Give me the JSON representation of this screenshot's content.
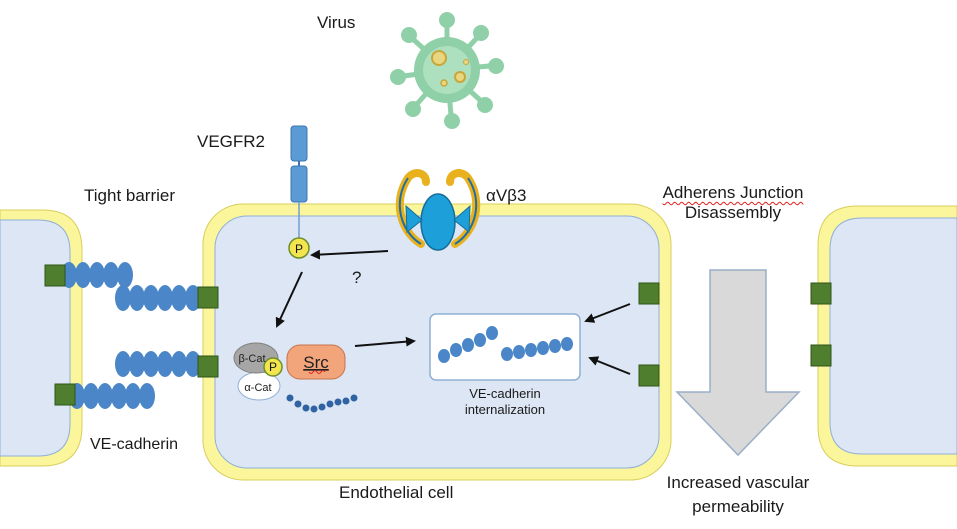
{
  "labels": {
    "virus": "Virus",
    "vegfr2": "VEGFR2",
    "tight_barrier": "Tight barrier",
    "integrin": "αVβ3",
    "adherens_line1": "Adherens Junction",
    "adherens_line2": "Disassembly",
    "question": "?",
    "ve_cadherin": "VE-cadherin",
    "internalization_line1": "VE-cadherin",
    "internalization_line2": "internalization",
    "endothelial_cell": "Endothelial cell",
    "permeability_line1": "Increased vascular",
    "permeability_line2": "permeability"
  },
  "proteins": {
    "phospho": "P",
    "beta_catenin": "β-Cat",
    "alpha_catenin": "α-Cat",
    "src": "Src"
  },
  "colors": {
    "membrane": "#fbf59c",
    "membrane_edge": "#d8cf5a",
    "cytoplasm": "#dce6f4",
    "cadherin": "#4a86c8",
    "junction": "#4f7f2e",
    "virus": "#8fd0a8",
    "src": "#f2a47a",
    "integrin_gold": "#e9b11d",
    "integrin_blue": "#1da0d9"
  }
}
